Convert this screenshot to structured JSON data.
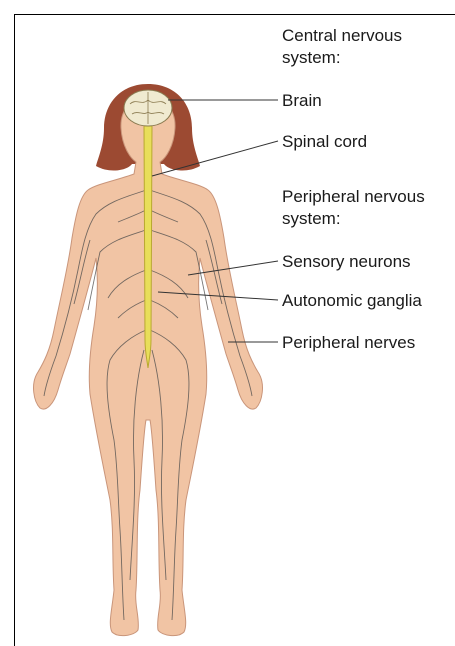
{
  "diagram": {
    "headings": {
      "central": [
        "Central nervous",
        "system:"
      ],
      "peripheral": [
        "Peripheral nervous",
        "system:"
      ]
    },
    "labels": {
      "brain": "Brain",
      "spinal_cord": "Spinal cord",
      "sensory_neurons": "Sensory neurons",
      "autonomic_ganglia": "Autonomic ganglia",
      "peripheral_nerves": "Peripheral nerves"
    },
    "colors": {
      "skin": "#f1c4a4",
      "skin_outline": "#c9957a",
      "hair": "#9c4a32",
      "spinal_cord": "#e8de5a",
      "brain": "#f0ead0",
      "nerves": "#4a4a4a"
    }
  }
}
